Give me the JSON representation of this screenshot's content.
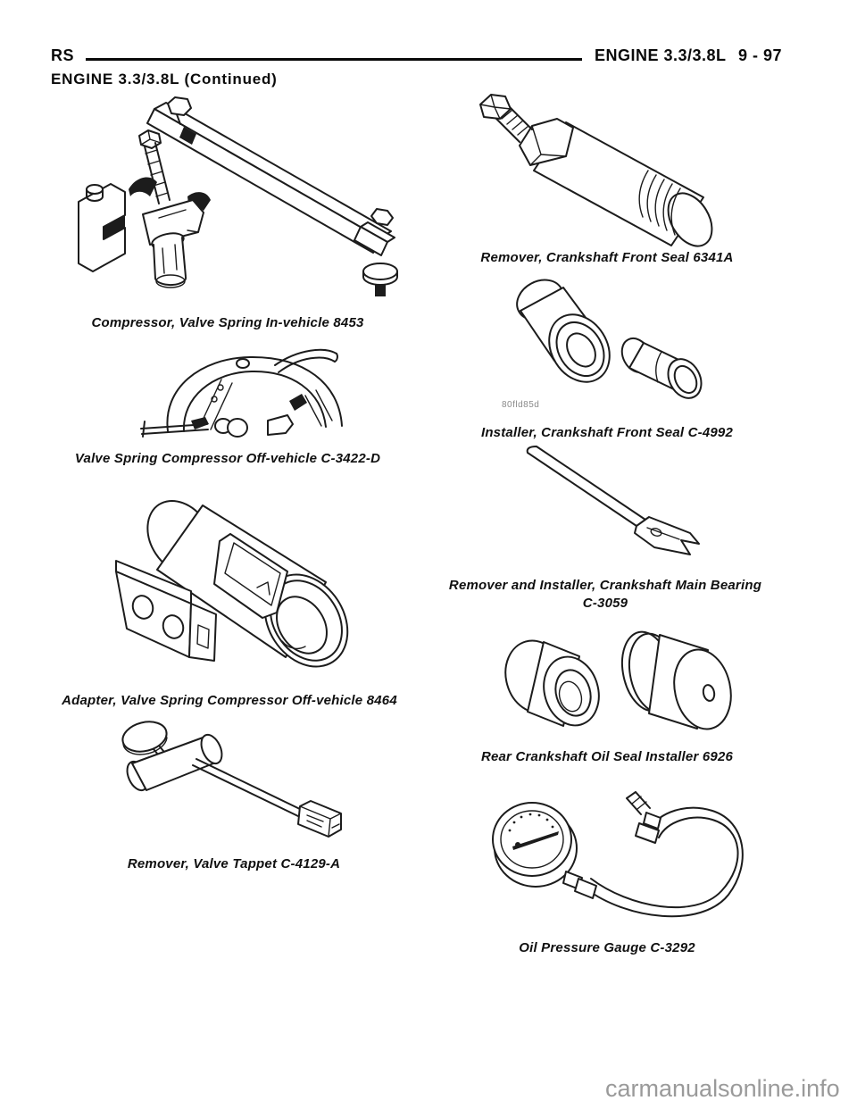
{
  "header": {
    "model_code": "RS",
    "section_title": "ENGINE 3.3/3.8L",
    "page_number": "9 - 97",
    "continued_heading": "ENGINE 3.3/3.8L (Continued)"
  },
  "tools": {
    "left": [
      {
        "caption": "Compressor, Valve Spring In-vehicle 8453",
        "figure": "valve-spring-compressor-in-vehicle-illustration"
      },
      {
        "caption": "Valve Spring Compressor Off-vehicle C-3422-D",
        "figure": "valve-spring-compressor-off-vehicle-illustration"
      },
      {
        "caption": "Adapter, Valve Spring Compressor Off-vehicle 8464",
        "figure": "valve-spring-compressor-adapter-illustration"
      },
      {
        "caption": "Remover, Valve Tappet C-4129-A",
        "figure": "valve-tappet-remover-illustration"
      }
    ],
    "right": [
      {
        "caption": "Remover, Crankshaft Front Seal 6341A",
        "figure": "crankshaft-front-seal-remover-illustration"
      },
      {
        "caption": "Installer, Crankshaft Front Seal C-4992",
        "figure": "crankshaft-front-seal-installer-illustration",
        "figure_code": "80fld85d"
      },
      {
        "caption_line1": "Remover and Installer, Crankshaft Main Bearing",
        "caption_line2": "C-3059",
        "figure": "crankshaft-main-bearing-tool-illustration"
      },
      {
        "caption": "Rear Crankshaft Oil Seal Installer 6926",
        "figure": "rear-crankshaft-oil-seal-installer-illustration"
      },
      {
        "caption": "Oil Pressure Gauge C-3292",
        "figure": "oil-pressure-gauge-illustration"
      }
    ]
  },
  "watermark": "carmanualsonline.info"
}
